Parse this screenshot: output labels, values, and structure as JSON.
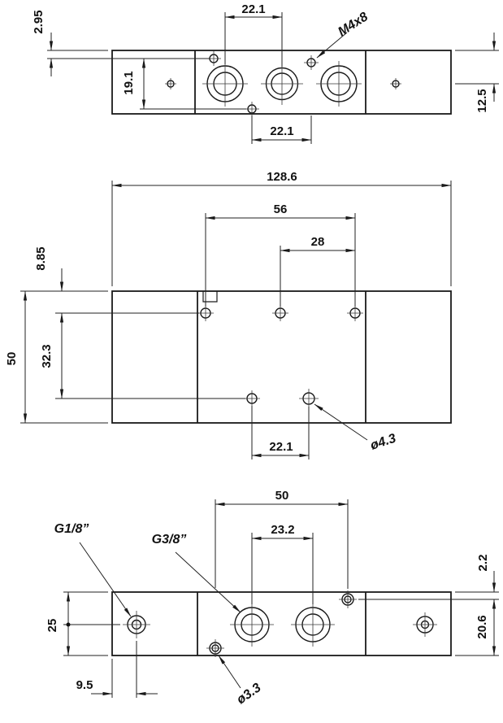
{
  "style": {
    "line_color": "#1a1a1a",
    "background": "#ffffff"
  },
  "top_view": {
    "dim_hole_offset": "2.95",
    "dim_port_pitch_top": "22.1",
    "thread_callout": "M4x8",
    "dim_hole_rows": "19.1",
    "dim_port_height": "12.5",
    "dim_hole_pitch": "22.1"
  },
  "front_view": {
    "dim_overall_length": "128.6",
    "dim_hole_span": "56",
    "dim_hole_pitch": "28",
    "dim_top_offset": "8.85",
    "dim_overall_height": "50",
    "dim_row_spacing": "32.3",
    "dim_bottom_pitch": "22.1",
    "dia_callout": "ø4.3"
  },
  "bottom_view": {
    "dim_hole_span": "50",
    "dim_port_pitch": "23.2",
    "pilot_port_callout": "G1/8”",
    "main_port_callout": "G3/8”",
    "dim_top_offset": "2.2",
    "dim_port_height": "20.6",
    "dim_height": "25",
    "dim_edge_offset": "9.5",
    "dia_callout": "ø3.3"
  }
}
